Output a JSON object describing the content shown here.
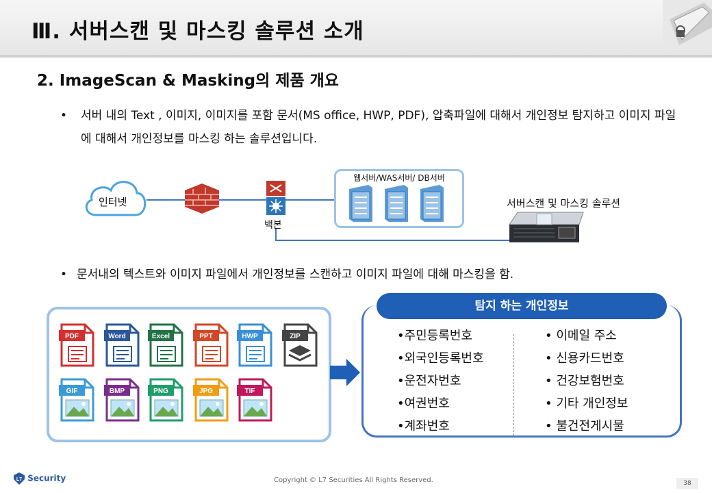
{
  "title": "Ⅲ. 서버스캔 및 마스킹 솔루션 소개",
  "subtitle": "2. ImageScan & Masking의 제품 개요",
  "intro": {
    "bullet": "•",
    "text": "서버 내의 Text , 이미지, 이미지를 포함 문서(MS office, HWP, PDF), 압축파일에 대해서 개인정보 탐지하고 이미지 파일에 대해서 개인정보를 마스킹 하는 솔루션입니다."
  },
  "diagram": {
    "internet_label": "인터넷",
    "server_group_label": "웹서버/WAS서버/  DB서버",
    "backbone_label": "백본",
    "solution_label": "서버스캔 및 마스킹 솔루션"
  },
  "second_bullet": {
    "bullet": "•",
    "text": "문서내의 텍스트와 이미지 파일에서 개인정보를 스캔하고 이미지 파일에 대해 마스킹을 함."
  },
  "file_types": [
    {
      "label": "PDF",
      "color": "#d32f2f",
      "icon": "pdf-icon"
    },
    {
      "label": "Word",
      "color": "#2b579a",
      "icon": "word-icon"
    },
    {
      "label": "Excel",
      "color": "#217346",
      "icon": "excel-icon"
    },
    {
      "label": "PPT",
      "color": "#d24726",
      "icon": "ppt-icon"
    },
    {
      "label": "HWP",
      "color": "#3a8fd6",
      "icon": "hwp-icon"
    },
    {
      "label": "ZIP",
      "color": "#444444",
      "icon": "zip-icon"
    },
    {
      "label": "GIF",
      "color": "#3a9bd6",
      "icon": "gif-icon"
    },
    {
      "label": "BMP",
      "color": "#7b2d8e",
      "icon": "bmp-icon"
    },
    {
      "label": "PNG",
      "color": "#1e9e6a",
      "icon": "png-icon"
    },
    {
      "label": "JPG",
      "color": "#f39c12",
      "icon": "jpg-icon"
    },
    {
      "label": "TIF",
      "color": "#c2185b",
      "icon": "tif-icon"
    }
  ],
  "pii": {
    "header": "탐지 하는 개인정보",
    "left": [
      "•주민등록번호",
      "•외국인등록번호",
      "•운전자번호",
      "•여권번호",
      "•계좌번호"
    ],
    "right": [
      "•  이메일 주소",
      "•  신용카드번호",
      "•  건강보험번호",
      "•  기타 개인정보",
      "•  불건전게시물"
    ]
  },
  "footer": {
    "logo": "Security",
    "copyright": "Copyright © L7 Securities All Rights Reserved.",
    "page": "38"
  }
}
